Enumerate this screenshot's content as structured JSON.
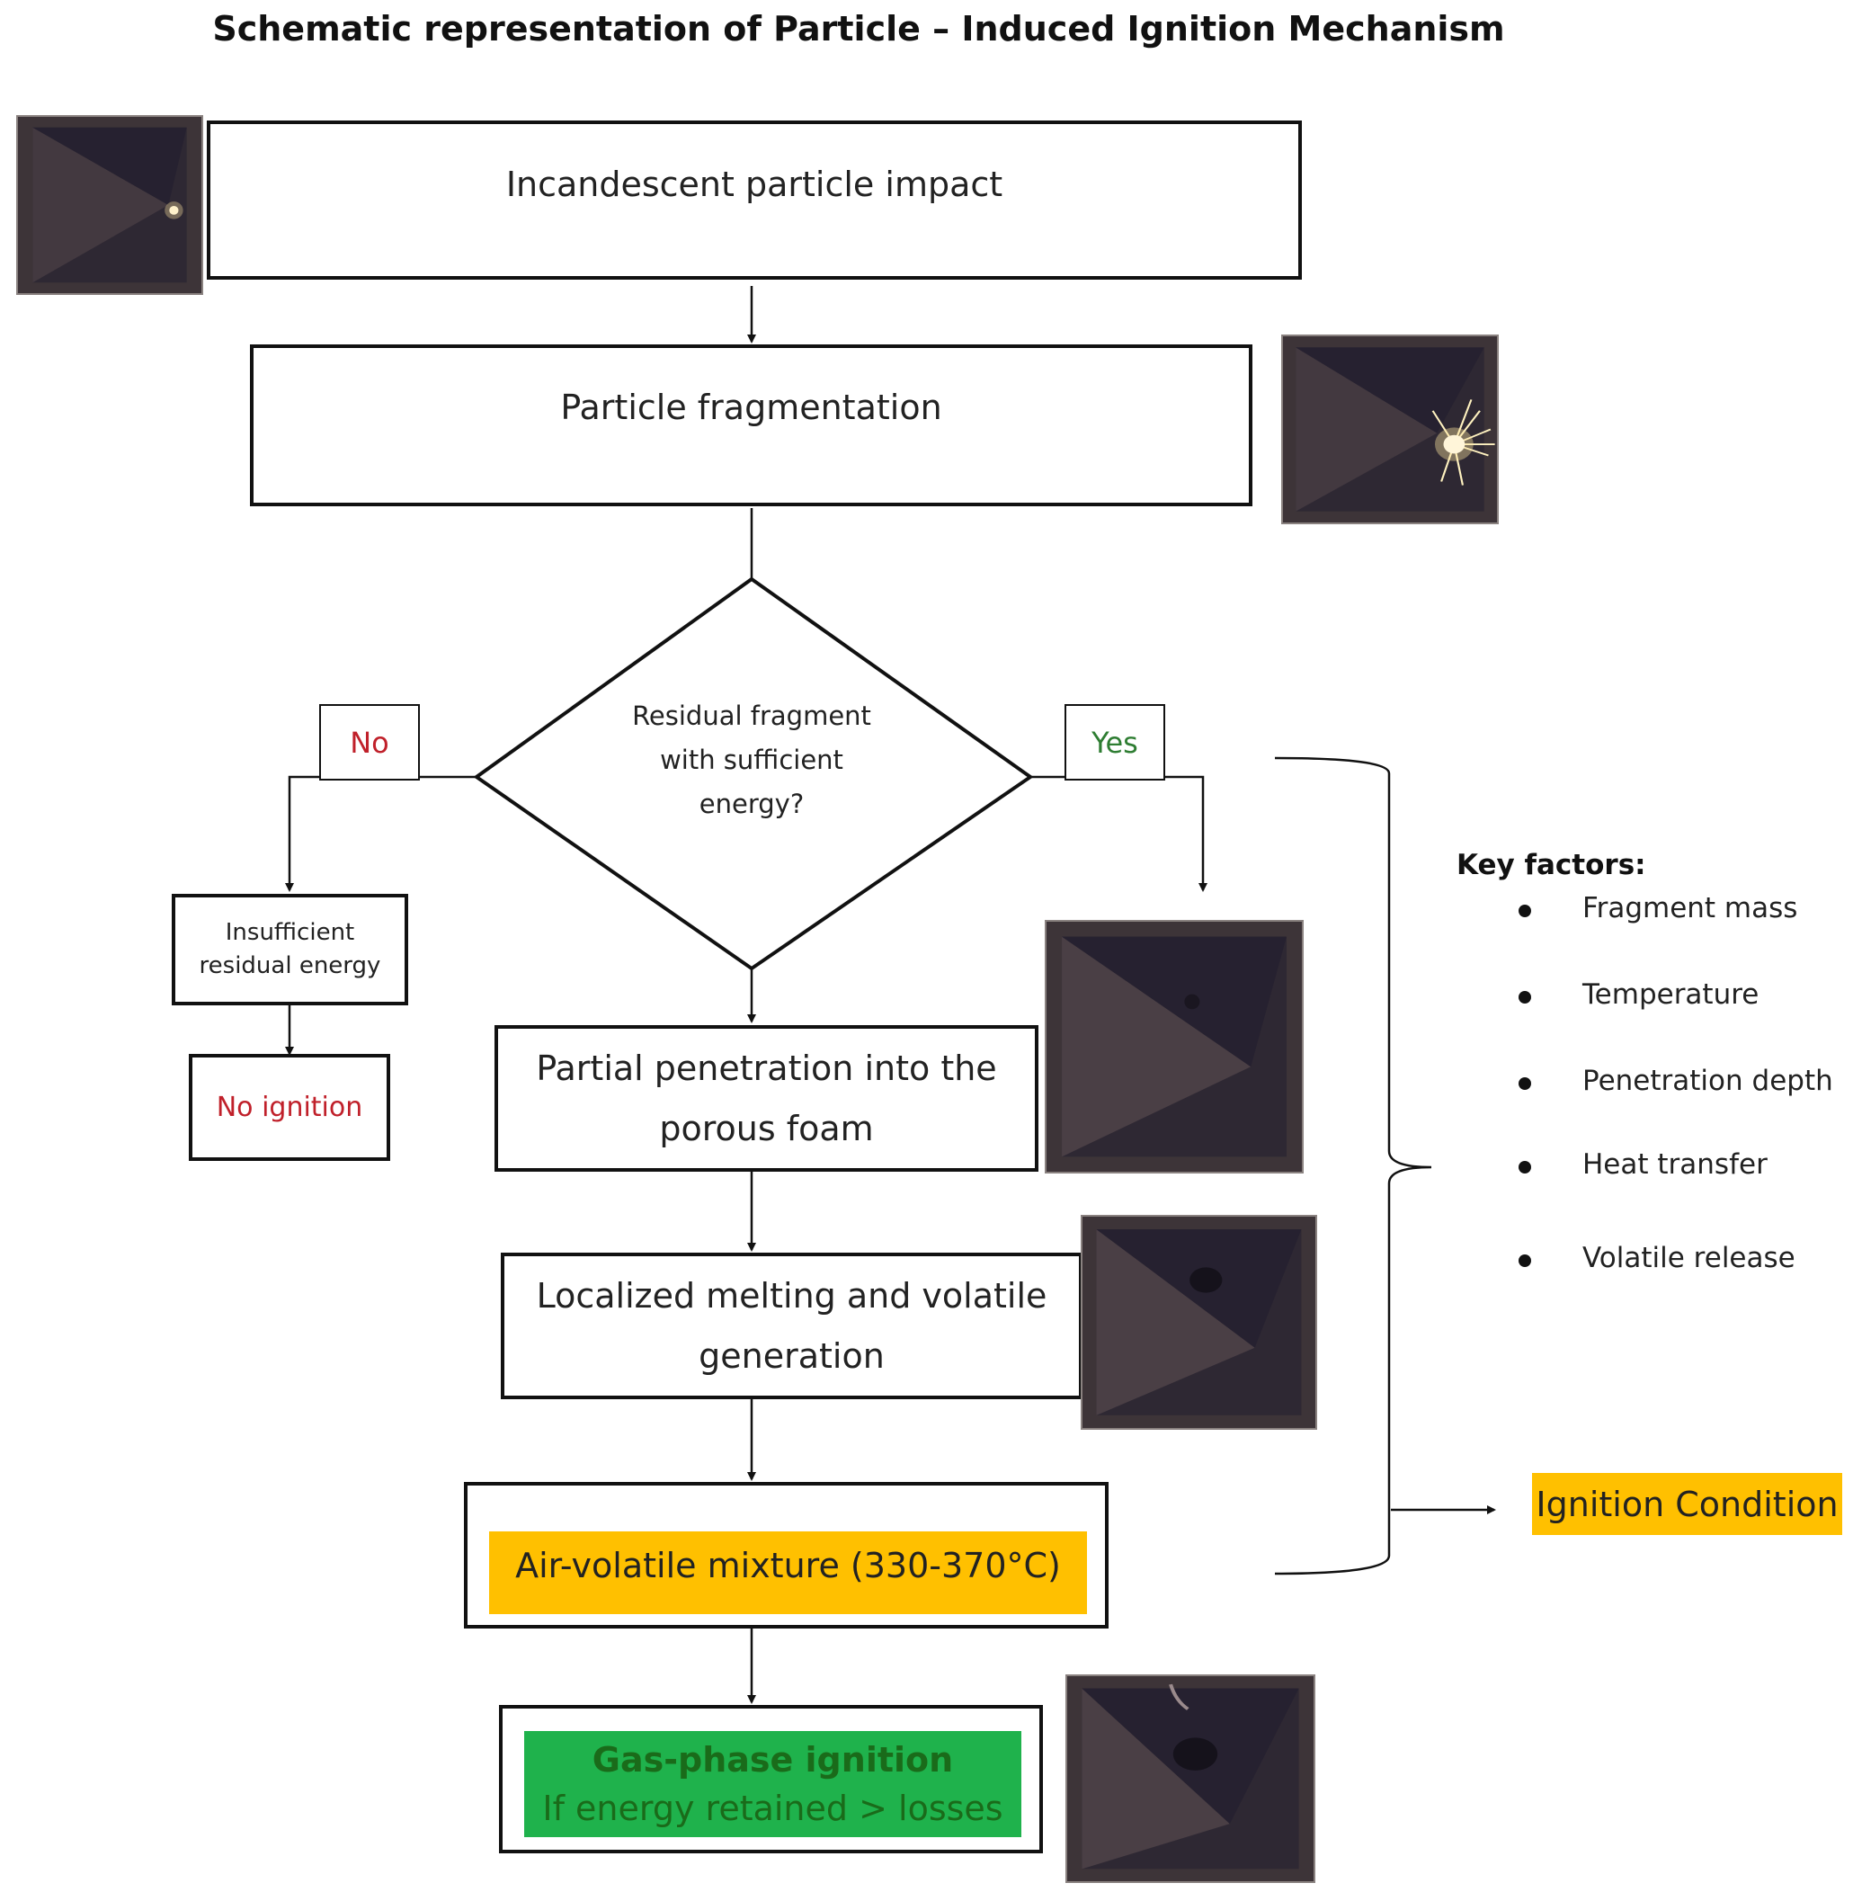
{
  "title": "Schematic representation of Particle – Induced Ignition Mechanism",
  "steps": {
    "impact": "Incandescent particle impact",
    "fragmentation": "Particle fragmentation",
    "decision": "Residual fragment with sufficient energy?",
    "penetration": "Partial penetration into the porous foam",
    "melting": "Localized melting and volatile generation",
    "mixture": "Air-volatile mixture (330-370°C)",
    "ignition_line1": "Gas-phase ignition",
    "ignition_line2": "If energy retained > losses"
  },
  "branches": {
    "no_label": "No",
    "yes_label": "Yes",
    "insufficient": "Insufficient residual energy",
    "no_ignition": "No ignition"
  },
  "key_factors": {
    "heading": "Key factors:",
    "items": [
      "Fragment mass",
      "Temperature",
      "Penetration depth",
      "Heat transfer",
      "Volatile release"
    ]
  },
  "ignition_condition": "Ignition Condition",
  "colors": {
    "no": "#c0202a",
    "yes": "#2e7d32",
    "highlight_orange": "#ffc000",
    "highlight_green": "#1fb24c",
    "green_text": "#1a6b1a"
  }
}
